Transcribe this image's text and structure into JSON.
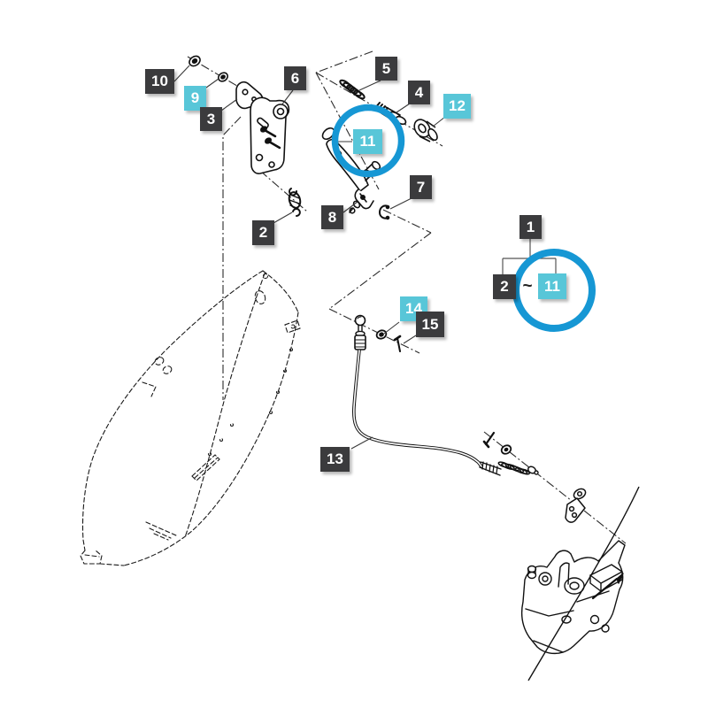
{
  "labels": [
    {
      "id": "part-10",
      "text": "10",
      "style": "dark"
    },
    {
      "id": "part-9",
      "text": "9",
      "style": "cyan"
    },
    {
      "id": "part-3",
      "text": "3",
      "style": "dark"
    },
    {
      "id": "part-6",
      "text": "6",
      "style": "dark"
    },
    {
      "id": "part-5",
      "text": "5",
      "style": "dark"
    },
    {
      "id": "part-4",
      "text": "4",
      "style": "dark"
    },
    {
      "id": "part-12",
      "text": "12",
      "style": "cyan"
    },
    {
      "id": "part-11",
      "text": "11",
      "style": "cyan"
    },
    {
      "id": "part-7",
      "text": "7",
      "style": "dark"
    },
    {
      "id": "part-8",
      "text": "8",
      "style": "dark"
    },
    {
      "id": "part-2",
      "text": "2",
      "style": "dark"
    },
    {
      "id": "part-1",
      "text": "1",
      "style": "dark"
    },
    {
      "id": "legend-2",
      "text": "2",
      "style": "dark"
    },
    {
      "id": "legend-11",
      "text": "11",
      "style": "cyan"
    },
    {
      "id": "part-14",
      "text": "14",
      "style": "cyan"
    },
    {
      "id": "part-15",
      "text": "15",
      "style": "dark"
    },
    {
      "id": "part-13",
      "text": "13",
      "style": "dark"
    }
  ],
  "legend": {
    "separator": "~"
  },
  "highlight": {
    "circled_label": "11"
  },
  "colors": {
    "label_dark": "#3b3b3d",
    "label_cyan": "#58c6d8",
    "highlight_blue": "#1697d4",
    "line": "#1a1a1a"
  }
}
